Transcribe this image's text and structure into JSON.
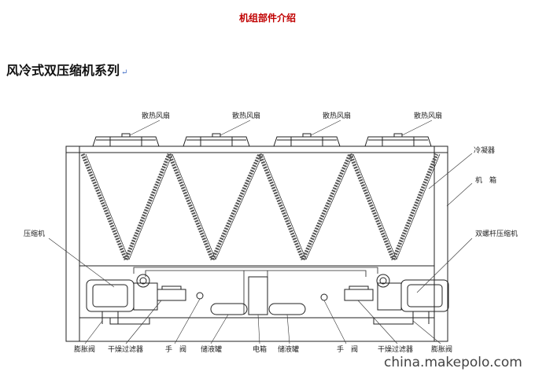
{
  "header": {
    "title": "机组部件介绍",
    "subtitle": "风冷式双压缩机系列",
    "paragraph_mark": "↵"
  },
  "labels": {
    "fan": "散热风扇",
    "condenser": "冷凝器",
    "cabinet": "机　箱",
    "compressor": "压缩机",
    "twin_screw_compressor": "双螺杆压缩机",
    "expansion_valve": "膨胀阀",
    "filter_drier": "干燥过滤器",
    "hand_valve": "手　阀",
    "receiver": "储液罐",
    "electric_box": "电箱"
  },
  "watermark": "china.makepolo.com",
  "colors": {
    "title": "#c00000",
    "line": "#222222",
    "coil": "#555555"
  }
}
